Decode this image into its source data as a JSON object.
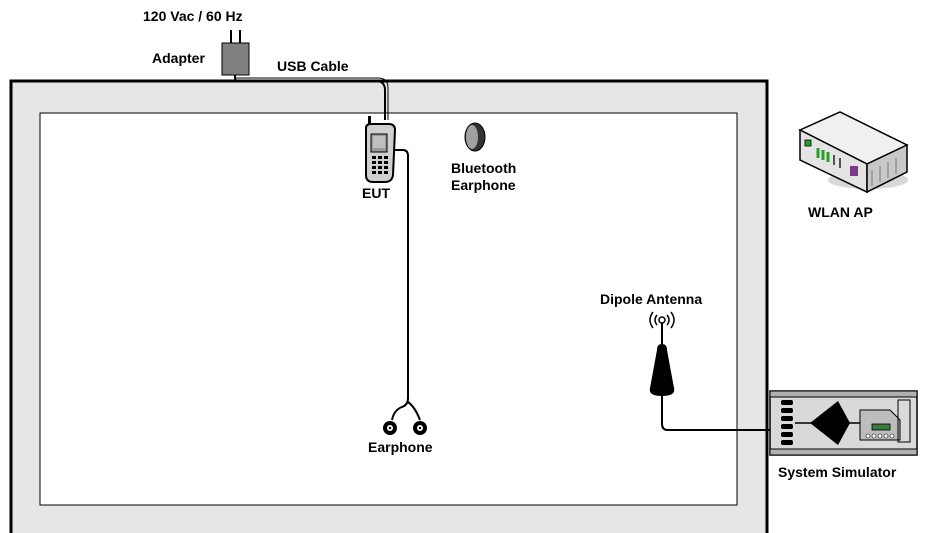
{
  "labels": {
    "power": "120 Vac / 60 Hz",
    "adapter": "Adapter",
    "usb_cable": "USB Cable",
    "eut": "EUT",
    "bt_earphone_line1": "Bluetooth",
    "bt_earphone_line2": "Earphone",
    "wlan_ap": "WLAN AP",
    "dipole_antenna": "Dipole Antenna",
    "earphone": "Earphone",
    "system_simulator": "System Simulator"
  },
  "colors": {
    "chamber_outer_fill": "#e6e6e6",
    "chamber_border": "#000000",
    "inner_area_fill": "#ffffff",
    "line": "#000000",
    "adapter_fill": "#808080",
    "wlan_led": "#2aa02a",
    "wlan_led_purple": "#7a3a8a",
    "simulator_display": "#3a7a3a"
  },
  "icons": {
    "adapter": "power-adapter-icon",
    "eut": "mobile-phone-icon",
    "bt_earphone": "bluetooth-earphone-icon",
    "wlan_ap": "wireless-router-icon",
    "dipole_antenna": "dipole-antenna-icon",
    "earphone": "wired-earphone-icon",
    "system_simulator": "rack-instrument-icon"
  }
}
